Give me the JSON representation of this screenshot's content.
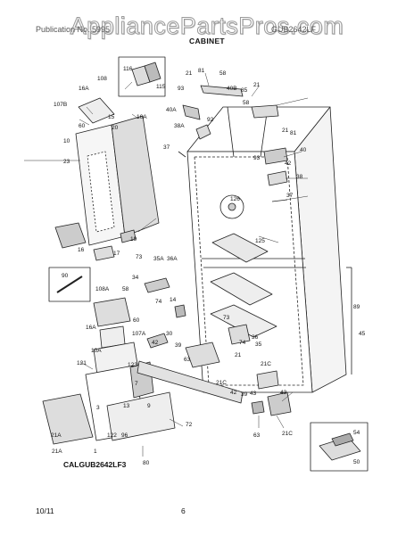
{
  "watermark": "AppliancePartsPros.com",
  "header": {
    "left": "Publication No. 5995",
    "right": "GUB2642LF"
  },
  "section_title": "CABINET",
  "model_code": "CALGUB2642LF3",
  "footer": {
    "date": "10/11",
    "page": "6"
  },
  "callouts": [
    "116",
    "115",
    "108",
    "16A",
    "107B",
    "15",
    "16A",
    "60",
    "20",
    "10",
    "23",
    "19",
    "16",
    "17",
    "73",
    "35A",
    "36A",
    "90",
    "34",
    "108A",
    "58",
    "74",
    "14",
    "60",
    "16A",
    "107A",
    "10A",
    "42",
    "30",
    "39",
    "63",
    "121",
    "123",
    "7",
    "9",
    "13",
    "3",
    "122",
    "96",
    "72",
    "21A",
    "21A",
    "1",
    "80",
    "21",
    "81",
    "58",
    "93",
    "40B",
    "85",
    "21",
    "40A",
    "92",
    "38A",
    "58",
    "37",
    "21",
    "81",
    "93",
    "40",
    "42",
    "38",
    "37",
    "126",
    "125",
    "89",
    "45",
    "73",
    "74",
    "36",
    "35",
    "21",
    "21C",
    "21C",
    "42",
    "39",
    "43",
    "43",
    "63",
    "21C",
    "54",
    "50"
  ]
}
